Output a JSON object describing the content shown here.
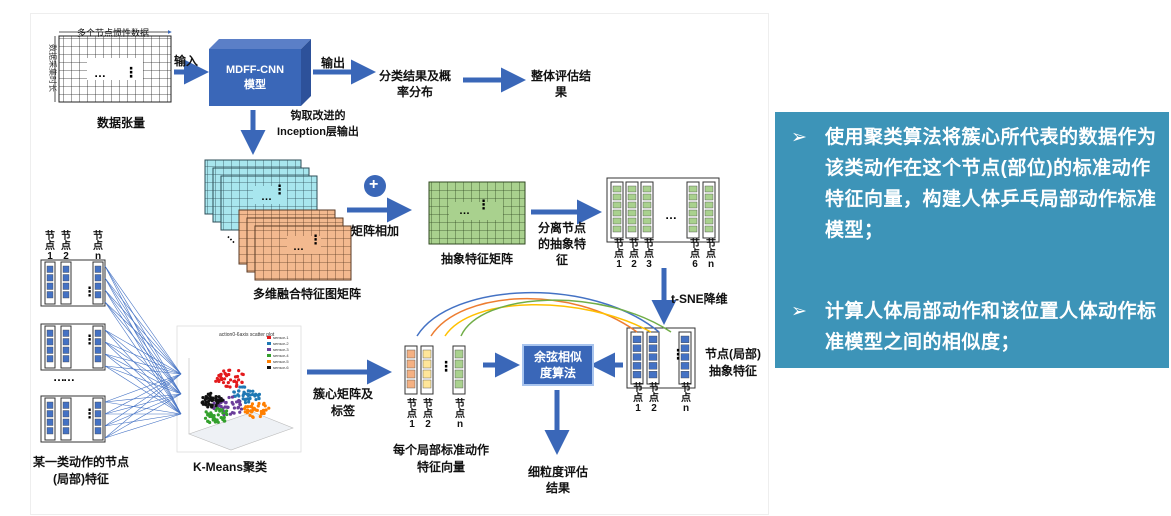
{
  "diagram": {
    "input_top_label": "多个节点惯性数据",
    "input_side_label": "数据采集时长",
    "data_tensor_label": "数据张量",
    "input_arrow_label": "输入",
    "mdff_model_label": "MDFF-CNN 模型",
    "output_arrow_label": "输出",
    "classification_label": "分类结果及概率分布",
    "overall_eval_label": "整体评估结果",
    "extract_label": "钩取改进的Inception层输出",
    "plus_symbol": "+",
    "matrix_add_label": "矩阵相加",
    "fusion_label": "多维融合特征图矩阵",
    "abstract_matrix_label": "抽象特征矩阵",
    "separate_label": "分离节点的抽象特征",
    "node_cols_top": [
      "节点1",
      "节点2",
      "节点3",
      "节点6",
      "节点n"
    ],
    "tsne_label": "t-SNE降维",
    "node_abstract_label": "节点(局部)抽象特征",
    "node_cols_bottom_right": [
      "节点1",
      "节点2",
      "节点n"
    ],
    "cosine_label": "余弦相似度算法",
    "fine_eval_label": "细粒度评估结果",
    "node_cols_left": [
      "节点1",
      "节点2",
      "节点n"
    ],
    "class_feature_label": "某一类动作的节点(局部)特征",
    "scatter_title": "action0-6axis scatter plot",
    "scatter_legend": [
      "sensor-1",
      "sensor-2",
      "sensor-3",
      "sensor-4",
      "sensor-5",
      "sensor-6"
    ],
    "kmeans_label": "K-Means聚类",
    "centroid_label": "簇心矩阵及标签",
    "node_cols_mid": [
      "节点1",
      "节点2",
      "节点n"
    ],
    "standard_vector_label": "每个局部标准动作特征向量",
    "dots": "…",
    "vdots": "⋮",
    "ldots": "……"
  },
  "right_panel": {
    "bullets": [
      {
        "mark": "➢",
        "text": "使用聚类算法将簇心所代表的数据作为该类动作在这个节点(部位)的标准动作特征向量，构建人体乒乓局部动作标准模型；"
      },
      {
        "mark": "➢",
        "text": "计算人体局部动作和该位置人体动作标准模型之间的相似度；"
      }
    ]
  },
  "colors": {
    "arrow_blue": "#3a67b8",
    "panel_teal": "#3d94b8",
    "grid_cyan": "#a8e6ee",
    "grid_orange": "#f3b98f",
    "grid_green": "#a9d18e",
    "node_blue": "#4472c4",
    "node_orange": "#f4b183",
    "node_yellow": "#ffe699",
    "node_green": "#a9d18e"
  }
}
